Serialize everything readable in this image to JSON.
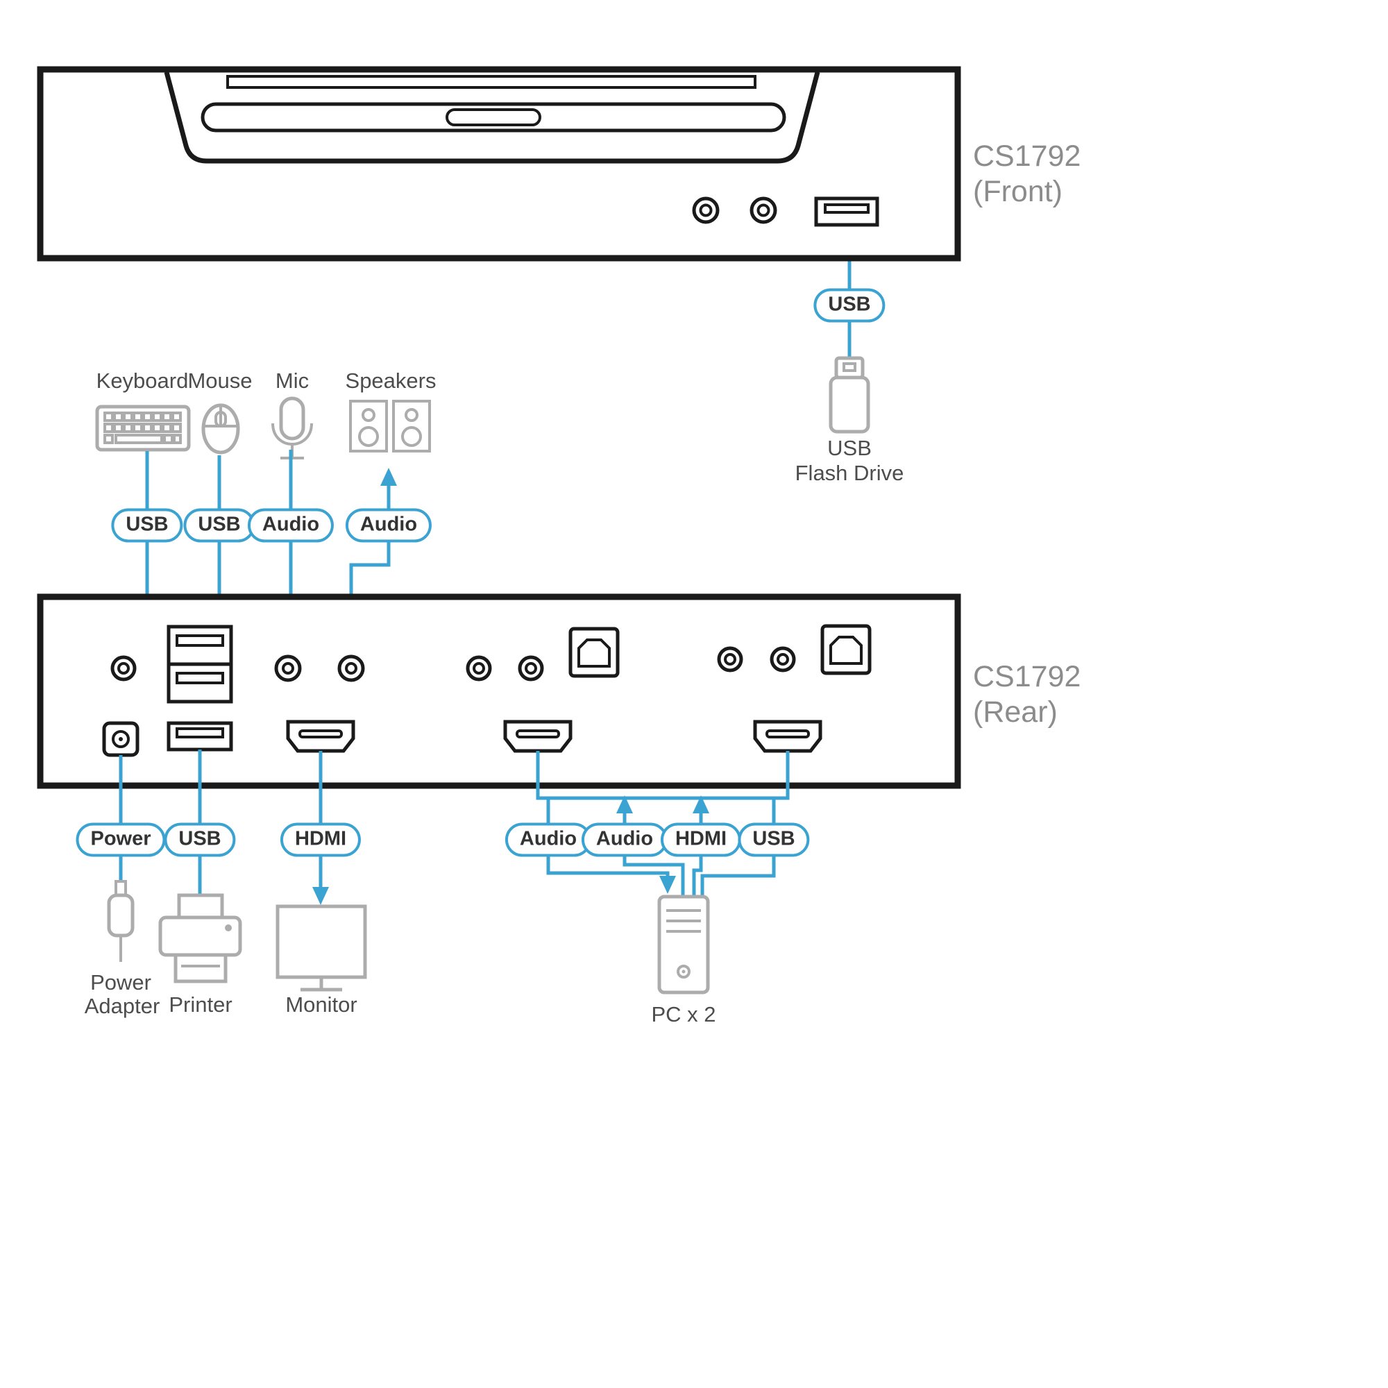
{
  "colors": {
    "accent": "#3BA3D1",
    "outline": "#1A1A1A",
    "icon": "#ACACAC",
    "label": "#8C8C8C",
    "text": "#4D4D4D",
    "pill_text": "#333333"
  },
  "device": {
    "front_label_line1": "CS1792",
    "front_label_line2": "(Front)",
    "rear_label_line1": "CS1792",
    "rear_label_line2": "(Rear)"
  },
  "peripherals": {
    "keyboard": "Keyboard",
    "mouse": "Mouse",
    "mic": "Mic",
    "speakers": "Speakers",
    "usb_flash_line1": "USB",
    "usb_flash_line2": "Flash Drive",
    "power_adapter_line1": "Power",
    "power_adapter_line2": "Adapter",
    "printer": "Printer",
    "monitor": "Monitor",
    "pc": "PC x 2"
  },
  "cable_labels": {
    "front_usb": "USB",
    "keyboard": "USB",
    "mouse": "USB",
    "mic": "Audio",
    "speakers": "Audio",
    "power": "Power",
    "printer": "USB",
    "monitor": "HDMI",
    "pc_audio_1": "Audio",
    "pc_audio_2": "Audio",
    "pc_hdmi": "HDMI",
    "pc_usb": "USB"
  }
}
